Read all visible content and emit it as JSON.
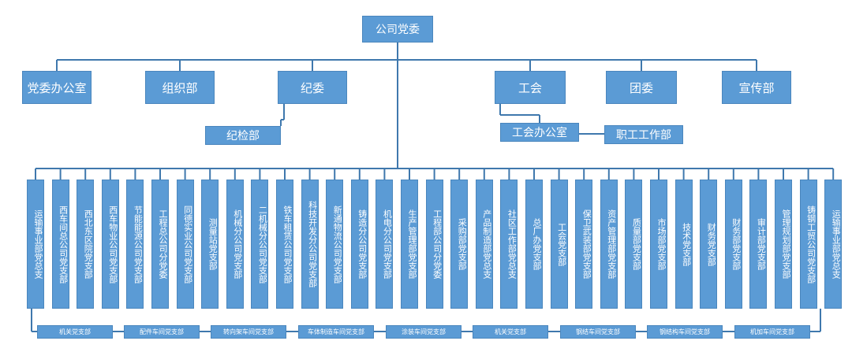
{
  "root": "公司党委",
  "departments": [
    "党委办公室",
    "组织部",
    "纪委",
    "工会",
    "团委",
    "宣传部"
  ],
  "sub_departments": {
    "discipline": "纪检部",
    "union_office": "工会办公室",
    "worker_affairs": "职工工作部"
  },
  "branches": [
    "运输事业部党总支",
    "西车间总公司党支部",
    "西北东区院党支部",
    "西车物业公司党支部",
    "节能能源公司党支部",
    "工程总公司分党委",
    "同德实业公司党支部",
    "测量站党支部",
    "机械分公司党支部",
    "二机械分公司党支部",
    "铁车租赁公司党支部",
    "科技开发分公司党支部",
    "新通物流公司党支部",
    "铸造分公司党支部",
    "机电分公司党支部",
    "生产管理部党支部",
    "工程部公司分党委",
    "采购部党支部",
    "产品制造部党总支",
    "社区工作部党总支",
    "总厂办党支部",
    "工会党支部",
    "保卫武装部党支部",
    "资产管理部党支部",
    "质量部党支部",
    "市场部党支部",
    "技术党支部",
    "财务党支部",
    "财务部党支部",
    "审计部党支部",
    "管理规划部党支部",
    "铸钢工贸公司党支部",
    "运输事业部党总支"
  ],
  "bottom_units": [
    "机关党支部",
    "配件车间党支部",
    "转向架车间党支部",
    "车体制造车间党支部",
    "涂装车间党支部",
    "机关党支部",
    "钢结车间党支部",
    "钢结构车间党支部",
    "机加车间党支部"
  ]
}
